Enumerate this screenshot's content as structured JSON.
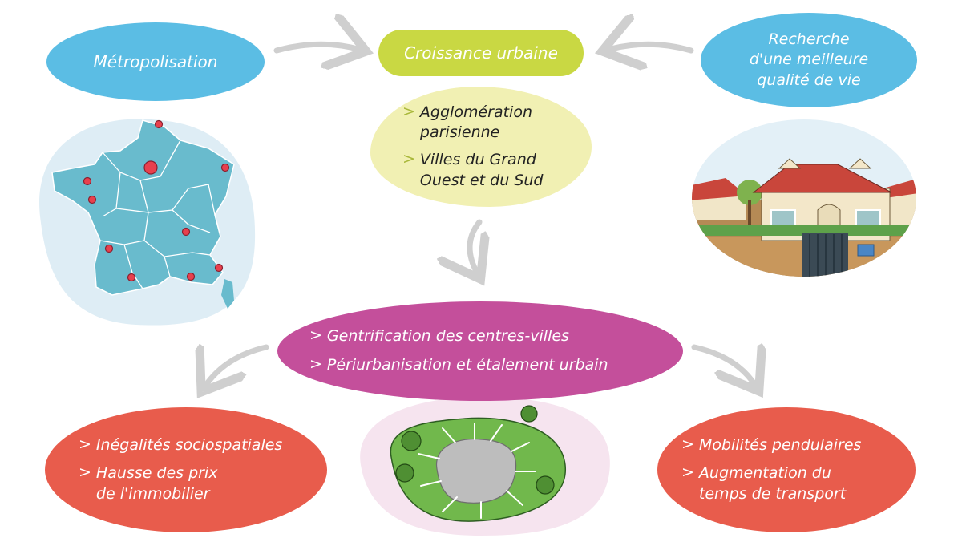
{
  "colors": {
    "blue": "#5bbde4",
    "green": "#c9d843",
    "yellow": "#f1f0b3",
    "magenta": "#c44f9b",
    "red": "#e85c4c",
    "arrow": "#cfcfcf"
  },
  "causes": {
    "metropolisation": "Métropolisation",
    "quality_of_life": [
      "Recherche",
      "d'une meilleure",
      "qualité de vie"
    ]
  },
  "center": {
    "title": "Croissance urbaine",
    "bullet_marker": ">",
    "places": [
      {
        "lines": [
          "Agglomération",
          "parisienne"
        ]
      },
      {
        "lines": [
          "Villes du Grand",
          "Ouest et du Sud"
        ]
      }
    ]
  },
  "effects": {
    "bullet_marker": ">",
    "items": [
      "Gentrification des centres-villes",
      "Périurbanisation et étalement urbain"
    ]
  },
  "consequences": {
    "bullet_marker": ">",
    "left": [
      {
        "lines": [
          "Inégalités sociospatiales"
        ]
      },
      {
        "lines": [
          "Hausse des prix",
          "de l'immobilier"
        ]
      }
    ],
    "right": [
      {
        "lines": [
          "Mobilités pendulaires"
        ]
      },
      {
        "lines": [
          "Augmentation du",
          "temps de transport"
        ]
      }
    ]
  },
  "illustrations": {
    "france_map": "france-map-icon",
    "house": "house-icon",
    "sprawl": "urban-sprawl-icon"
  }
}
